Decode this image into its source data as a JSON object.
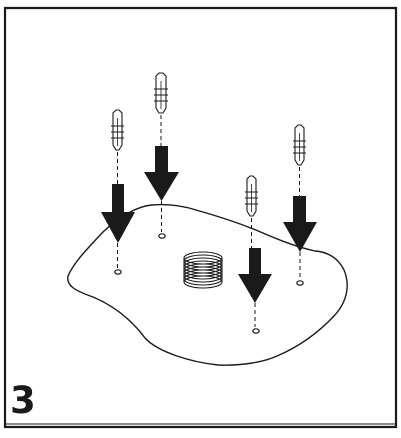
{
  "step": {
    "number": "3"
  },
  "illustration": {
    "anchors": [
      "wall-plug",
      "wall-plug",
      "wall-plug",
      "wall-plug"
    ],
    "arrow_color": "#1a1a1a",
    "line_color": "#1a1a1a"
  }
}
